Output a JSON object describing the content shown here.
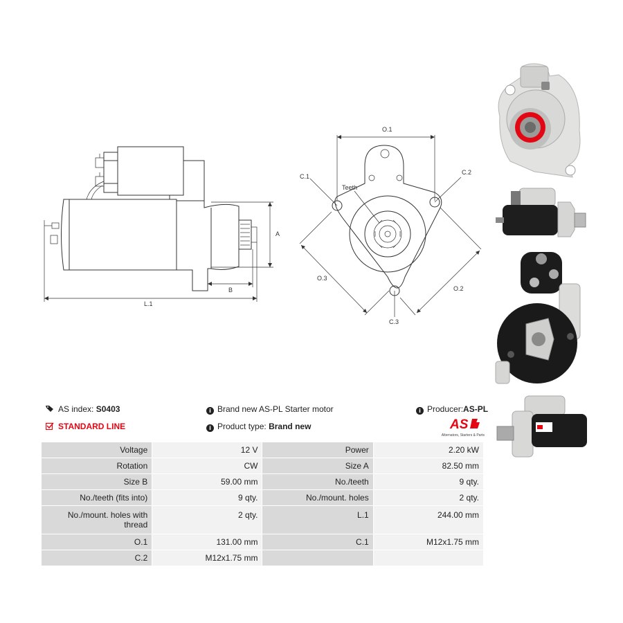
{
  "drawing": {
    "labels": {
      "a": "A",
      "b": "B",
      "l1": "L.1",
      "o1": "O.1",
      "o2": "O.2",
      "o3": "O.3",
      "c1": "C.1",
      "c2": "C.2",
      "c3": "C.3",
      "teeth": "Teeth"
    }
  },
  "info": {
    "as_index_label": "AS index:",
    "as_index_value": "S0403",
    "standard_line": "STANDARD LINE",
    "description": "Brand new AS-PL Starter motor",
    "product_type_label": "Product type:",
    "product_type_value": "Brand new",
    "producer_label": "Producer:",
    "producer_value": "AS-PL",
    "logo_tagline": "Alternators, Starters & Parts"
  },
  "specs": [
    [
      "Voltage",
      "12 V",
      "Power",
      "2.20 kW"
    ],
    [
      "Rotation",
      "CW",
      "Size A",
      "82.50 mm"
    ],
    [
      "Size B",
      "59.00 mm",
      "No./teeth",
      "9 qty."
    ],
    [
      "No./teeth (fits into)",
      "9 qty.",
      "No./mount. holes",
      "2 qty."
    ],
    [
      "No./mount. holes with thread",
      "2 qty.",
      "L.1",
      "244.00 mm"
    ],
    [
      "O.1",
      "131.00 mm",
      "C.1",
      "M12x1.75 mm"
    ],
    [
      "C.2",
      "M12x1.75 mm",
      "",
      ""
    ]
  ],
  "colors": {
    "red": "#e30613",
    "table_label_bg": "#d9d9d9",
    "table_value_bg": "#f2f2f2"
  }
}
